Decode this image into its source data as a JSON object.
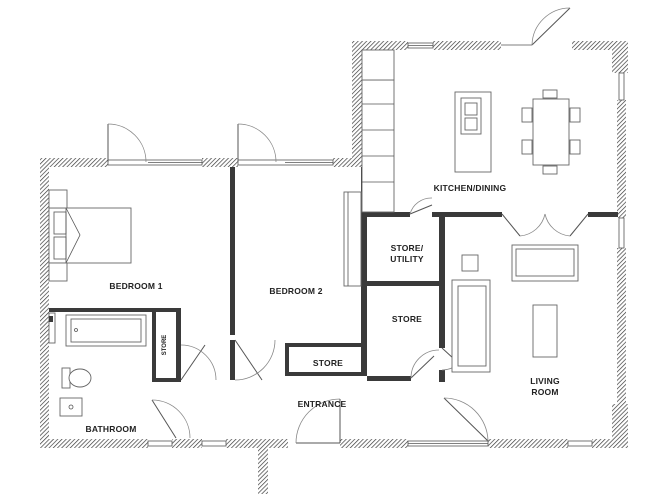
{
  "rooms": {
    "kitchen_dining": "KITCHEN/DINING",
    "store_utility_line1": "STORE/",
    "store_utility_line2": "UTILITY",
    "bedroom1": "BEDROOM 1",
    "bedroom2": "BEDROOM 2",
    "store_right": "STORE",
    "store_bottom": "STORE",
    "store_small": "STORE",
    "living_line1": "LIVING",
    "living_line2": "ROOM",
    "entrance": "ENTRANCE",
    "bathroom": "BATHROOM"
  },
  "colors": {
    "wall": "#3a3a3a",
    "background": "#ffffff"
  }
}
